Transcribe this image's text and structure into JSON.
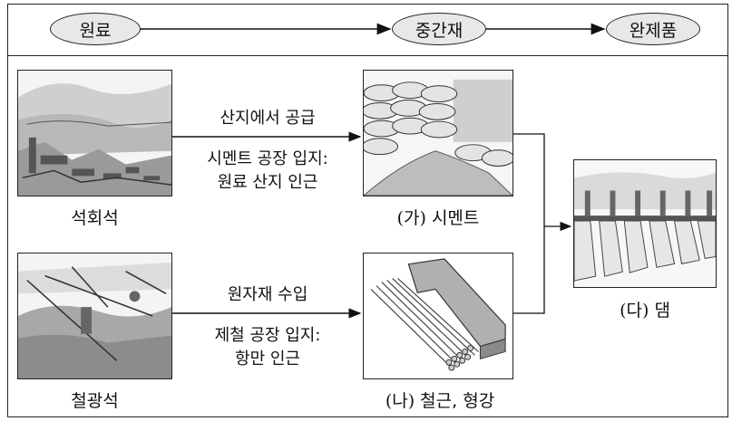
{
  "flow": {
    "stage1": "원료",
    "stage2": "중간재",
    "stage3": "완제품"
  },
  "materials": {
    "limestone": "석회석",
    "iron_ore": "철광석"
  },
  "routes": {
    "top_label": "산지에서 공급",
    "top_note_line1": "시멘트 공장 입지:",
    "top_note_line2": "원료 산지 인근",
    "bottom_label": "원자재 수입",
    "bottom_note_line1": "제철 공장 입지:",
    "bottom_note_line2": "항만 인근"
  },
  "intermediates": {
    "cement_marker": "(가)",
    "cement_name": "시멘트",
    "steel_marker": "(나)",
    "steel_name": "철근, 형강"
  },
  "product": {
    "dam_marker": "(다)",
    "dam_name": "댐"
  }
}
